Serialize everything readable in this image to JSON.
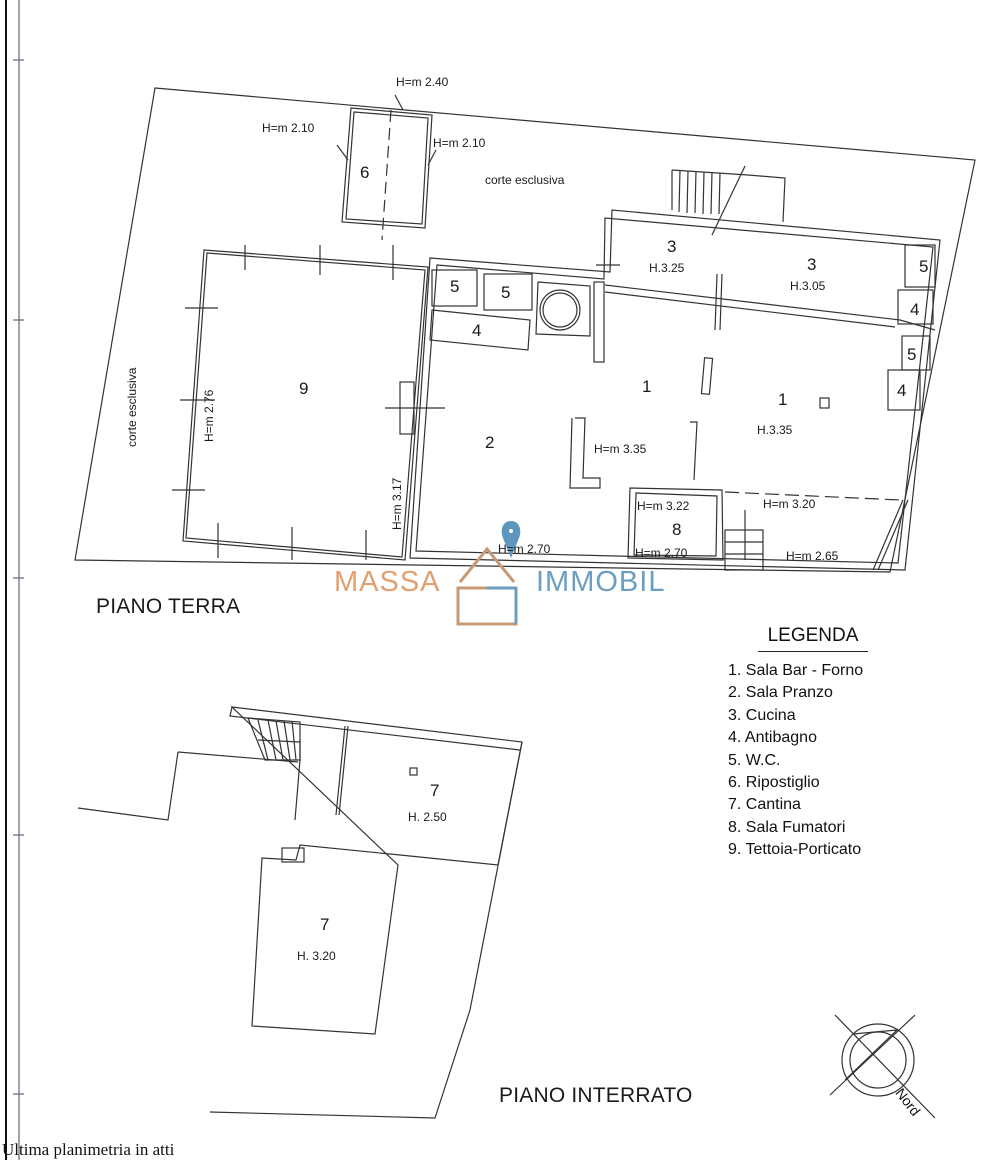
{
  "plan": {
    "ground_floor": {
      "title": "PIANO TERRA",
      "court_labels": [
        "corte esclusiva",
        "corte esclusiva"
      ],
      "rooms": [
        {
          "num": "6",
          "heights": [
            "H=m 2.40",
            "H=m 2.10",
            "H=m 2.10"
          ]
        },
        {
          "num": "9",
          "heights": [
            "H=m 2.76",
            "H=m 3.17"
          ]
        },
        {
          "num": "3",
          "height": "H.3.25"
        },
        {
          "num": "3",
          "height": "H.3.05"
        },
        {
          "num": "5"
        },
        {
          "num": "5"
        },
        {
          "num": "4"
        },
        {
          "num": "5"
        },
        {
          "num": "4"
        },
        {
          "num": "5"
        },
        {
          "num": "4"
        },
        {
          "num": "1"
        },
        {
          "num": "1",
          "height": "H.3.35"
        },
        {
          "num": "2",
          "heights": [
            "H=m 2.70"
          ]
        },
        {
          "num": "8",
          "heights": [
            "H=m 3.22",
            "H=m 2.70"
          ]
        }
      ],
      "other_heights": [
        "H=m 3.35",
        "H=m 3.20",
        "H=m 2.65"
      ]
    },
    "basement": {
      "title": "PIANO INTERRATO",
      "rooms": [
        {
          "num": "7",
          "height": "H. 2.50"
        },
        {
          "num": "7",
          "height": "H. 3.20"
        }
      ]
    },
    "compass": {
      "label": "Nord"
    }
  },
  "legend": {
    "title": "LEGENDA",
    "items": [
      "1. Sala Bar - Forno",
      "2. Sala Pranzo",
      "3. Cucina",
      "4. Antibagno",
      "5. W.C.",
      "6. Ripostiglio",
      "7. Cantina",
      "8. Sala Fumatori",
      "9. Tettoia-Porticato"
    ]
  },
  "watermark": {
    "left": "MASSA",
    "right": "IMMOBIL",
    "colors": {
      "left": "#e0a070",
      "right": "#6b9ec0"
    }
  },
  "footer": {
    "note": "Ultima planimetria in atti"
  }
}
